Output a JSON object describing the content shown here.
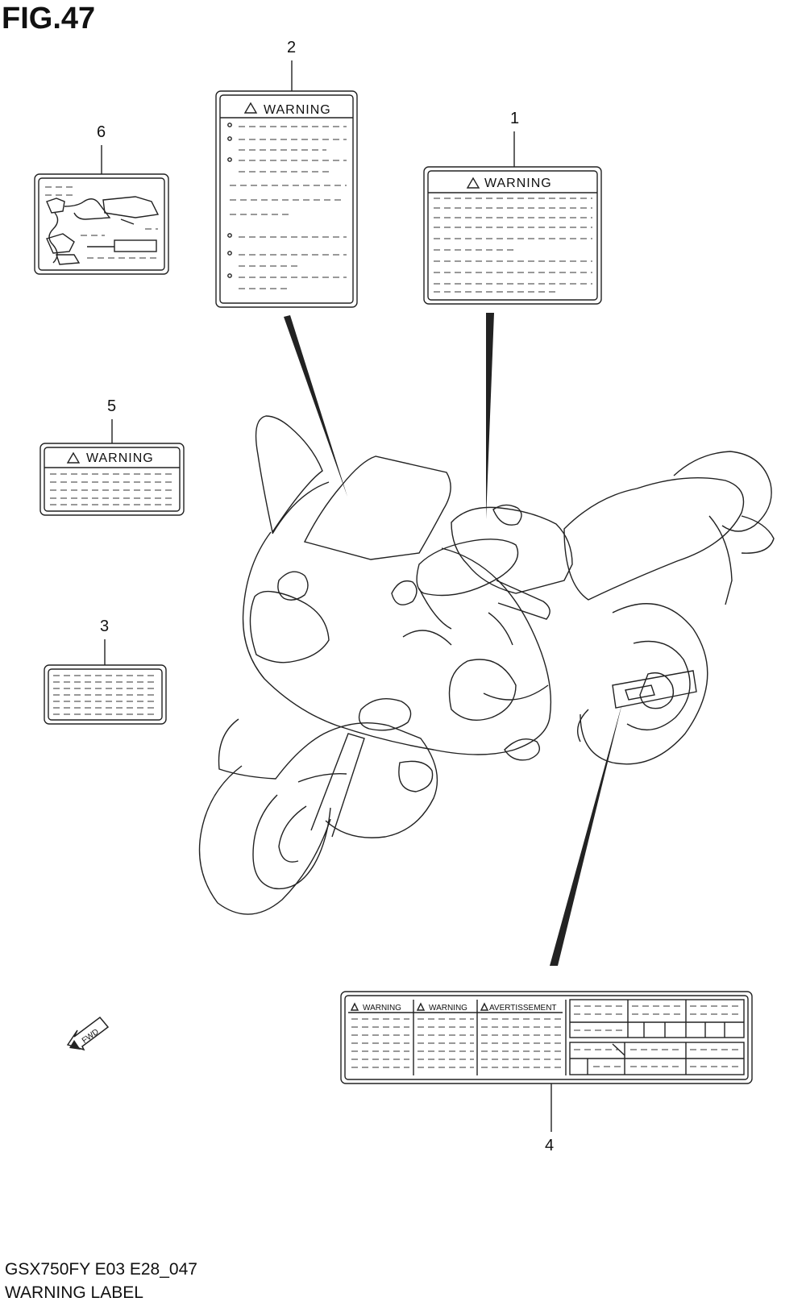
{
  "figure": {
    "title": "FIG.47",
    "code": "GSX750FY E03 E28_047",
    "name": "WARNING LABEL"
  },
  "callouts": [
    "1",
    "2",
    "3",
    "4",
    "5",
    "6"
  ],
  "labels": {
    "warning": "WARNING",
    "avertissement": "AVERTISSEMENT",
    "fwd": "FWD"
  }
}
